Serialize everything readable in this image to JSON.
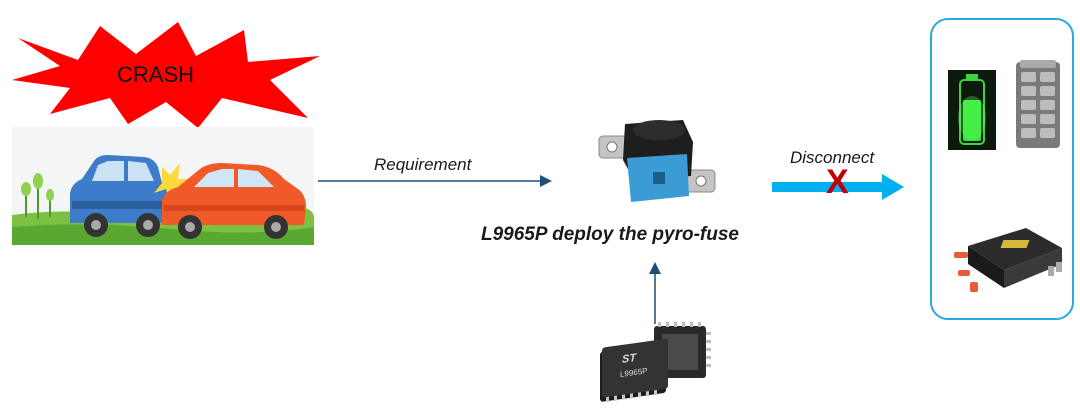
{
  "crash": {
    "label": "CRASH"
  },
  "arrows": {
    "requirement_label": "Requirement",
    "disconnect_label": "Disconnect",
    "disconnect_mark": "X"
  },
  "fuse": {
    "caption": "L9965P deploy the pyro-fuse"
  },
  "chip": {
    "marking": "L9965P"
  },
  "colors": {
    "crash_burst": "#ff0000",
    "arrow_dark": "#1f4e79",
    "arrow_cyan": "#00b0f0",
    "cross": "#c00000",
    "frame": "#2aa8e0",
    "fuse_blue": "#3a9bd5"
  }
}
